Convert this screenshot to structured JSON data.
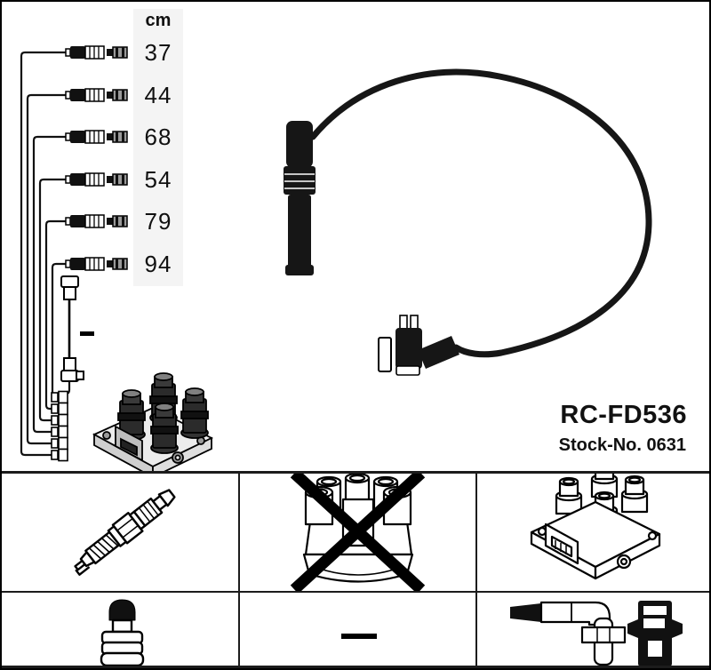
{
  "product": {
    "code": "RC-FD536",
    "stock_no": "Stock-No. 0631"
  },
  "lengths": {
    "unit_header": "cm",
    "values": [
      "37",
      "44",
      "68",
      "54",
      "79",
      "94"
    ],
    "unspecified_mark": "dash"
  },
  "icons": {
    "lead_row": "spark-plug-lead-line-art",
    "lead_connectors": "coil-end-connector-symbols",
    "vertical_lead": "coil-lead-with-elbow-boots",
    "no_length_dash": "horizontal-dash",
    "coil_shaded": "ignition-coil-pack-shaded",
    "cable_photo": "spark-plug-cable-with-boot-photo",
    "spark_plug": "spark-plug-line-art",
    "distributor_cap_crossed": "distributor-cap-with-x-mark",
    "ignition_coil_outline": "ignition-coil-pack-line-art",
    "plug_boot": "rubber-plug-boot-line-art",
    "not_included_dash": "horizontal-dash",
    "connector_assembly": "angled-connector-and-terminal-line-art"
  },
  "colors": {
    "ink": "#000000",
    "paper": "#ffffff",
    "grid": "#1c1c1c",
    "shade_gray": "#8a8a8a"
  }
}
